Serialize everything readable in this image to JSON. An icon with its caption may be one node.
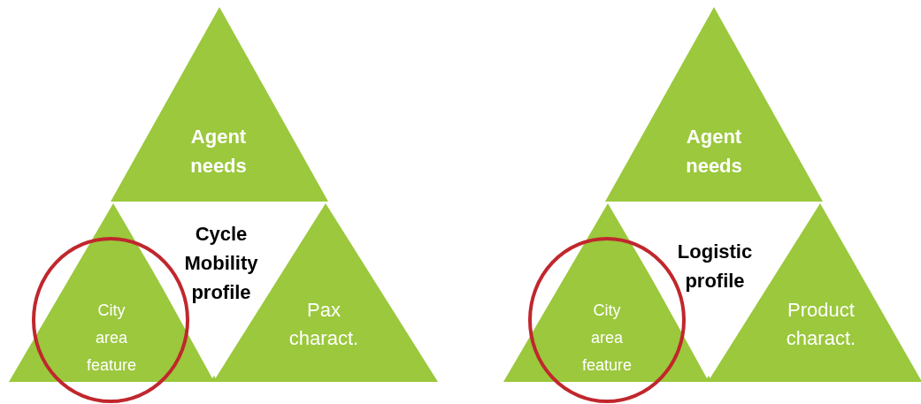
{
  "diagram": {
    "nodes": [
      {
        "text": [
          "Agent needs"
        ]
      },
      {
        "text": [
          "City area feature"
        ]
      },
      {
        "text": [
          "Cycle Mobility profile"
        ]
      },
      {
        "text": [
          "Pax charact."
        ]
      },
      {
        "text": [
          "Agent needs"
        ]
      },
      {
        "text": [
          "City area feature"
        ]
      },
      {
        "text": [
          "Logistic profile"
        ]
      },
      {
        "text": [
          "Product charact."
        ]
      }
    ]
  }
}
